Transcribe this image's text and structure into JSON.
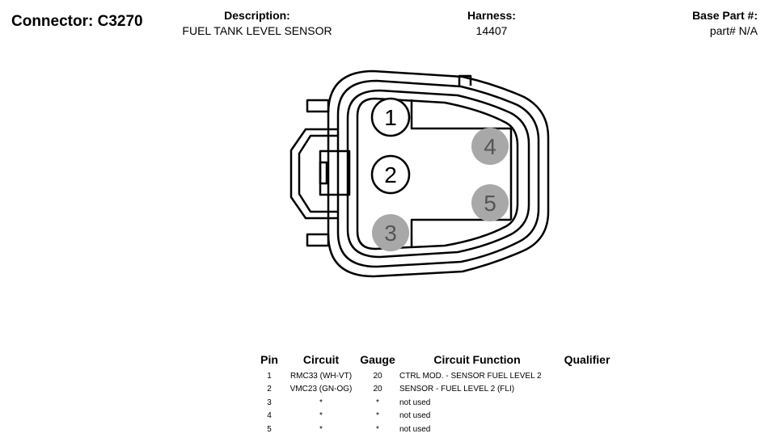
{
  "connector": {
    "title": "Connector: C3270"
  },
  "header": {
    "description": {
      "label": "Description:",
      "value": "FUEL TANK LEVEL SENSOR"
    },
    "harness": {
      "label": "Harness:",
      "value": "14407"
    },
    "base_part": {
      "label": "Base Part #:",
      "value": "part# N/A"
    }
  },
  "diagram": {
    "pins": [
      {
        "number": "1",
        "used": true
      },
      {
        "number": "2",
        "used": true
      },
      {
        "number": "3",
        "used": false
      },
      {
        "number": "4",
        "used": false
      },
      {
        "number": "5",
        "used": false
      }
    ],
    "colors": {
      "used_pin": "#ffffff",
      "unused_pin": "#a8a8a8",
      "outline": "#000000"
    }
  },
  "table": {
    "headers": {
      "pin": "Pin",
      "circuit": "Circuit",
      "gauge": "Gauge",
      "function": "Circuit Function",
      "qualifier": "Qualifier"
    },
    "rows": [
      {
        "pin": "1",
        "circuit": "RMC33 (WH-VT)",
        "gauge": "20",
        "function": "CTRL MOD. - SENSOR FUEL LEVEL 2",
        "qualifier": ""
      },
      {
        "pin": "2",
        "circuit": "VMC23 (GN-OG)",
        "gauge": "20",
        "function": "SENSOR - FUEL LEVEL 2 (FLI)",
        "qualifier": ""
      },
      {
        "pin": "3",
        "circuit": "*",
        "gauge": "*",
        "function": "not used",
        "qualifier": ""
      },
      {
        "pin": "4",
        "circuit": "*",
        "gauge": "*",
        "function": "not used",
        "qualifier": ""
      },
      {
        "pin": "5",
        "circuit": "*",
        "gauge": "*",
        "function": "not used",
        "qualifier": ""
      }
    ]
  }
}
